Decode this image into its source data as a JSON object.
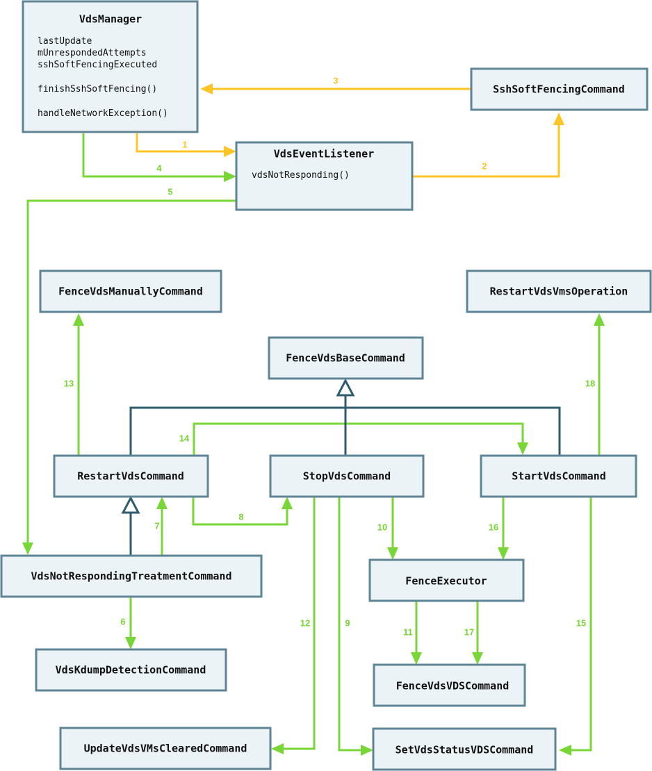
{
  "colors": {
    "yellow": "#fdc426",
    "green": "#78d636",
    "inherit": "#2e5b6e",
    "box_fill": "#ebf3f7",
    "box_border": "#5e8496"
  },
  "classes": {
    "vds_manager": {
      "title": "VdsManager",
      "members": [
        "lastUpdate",
        "mUnrespondedAttempts",
        "sshSoftFencingExecuted",
        "",
        "finishSshSoftFencing()",
        "",
        "handleNetworkException()"
      ]
    },
    "ssh_soft_fencing_command": {
      "title": "SshSoftFencingCommand"
    },
    "vds_event_listener": {
      "title": "VdsEventListener",
      "members": [
        "vdsNotResponding()"
      ]
    },
    "fence_vds_manually_command": {
      "title": "FenceVdsManuallyCommand"
    },
    "restart_vds_vms_operation": {
      "title": "RestartVdsVmsOperation"
    },
    "fence_vds_base_command": {
      "title": "FenceVdsBaseCommand"
    },
    "restart_vds_command": {
      "title": "RestartVdsCommand"
    },
    "stop_vds_command": {
      "title": "StopVdsCommand"
    },
    "start_vds_command": {
      "title": "StartVdsCommand"
    },
    "vds_not_responding_treatment_command": {
      "title": "VdsNotRespondingTreatmentCommand"
    },
    "fence_executor": {
      "title": "FenceExecutor"
    },
    "vds_kdump_detection_command": {
      "title": "VdsKdumpDetectionCommand"
    },
    "fence_vds_vds_command": {
      "title": "FenceVdsVDSCommand"
    },
    "update_vds_vms_cleared_command": {
      "title": "UpdateVdsVMsClearedCommand"
    },
    "set_vds_status_vds_command": {
      "title": "SetVdsStatusVDSCommand"
    }
  },
  "edge_labels": {
    "e1": "1",
    "e2": "2",
    "e3": "3",
    "e4": "4",
    "e5": "5",
    "e6": "6",
    "e7": "7",
    "e8": "8",
    "e9": "9",
    "e10": "10",
    "e11": "11",
    "e12": "12",
    "e13": "13",
    "e14": "14",
    "e15": "15",
    "e16": "16",
    "e17": "17",
    "e18": "18"
  }
}
